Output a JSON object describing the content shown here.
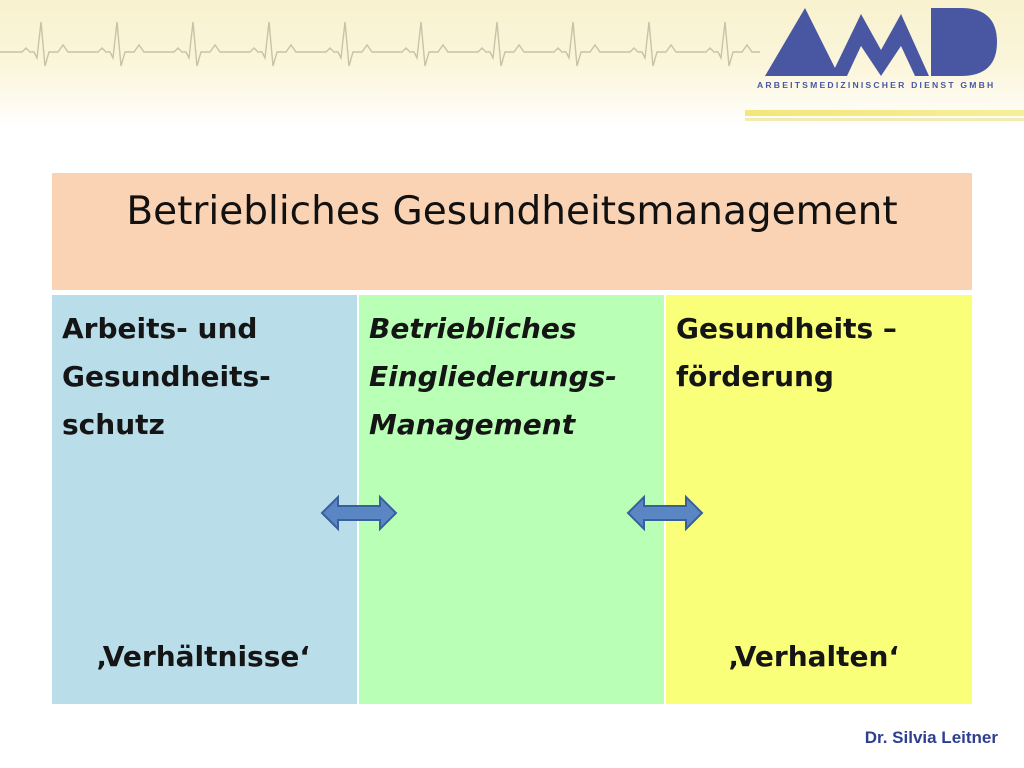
{
  "logo": {
    "subtitle": "ARBEITSMEDIZINISCHER DIENST GMBH",
    "accent_color": "#4957a3"
  },
  "title": "Betriebliches Gesundheitsmanagement",
  "columns": [
    {
      "lines": [
        "Arbeits- und",
        "Gesundheits-",
        "schutz"
      ],
      "footer": "‚Verhältnisse‘",
      "color": "#b9dde9"
    },
    {
      "lines": [
        "Betriebliches",
        "Eingliederungs-",
        "Management"
      ],
      "footer": "",
      "color": "#b9ffb6"
    },
    {
      "lines": [
        "Gesundheits –",
        "förderung"
      ],
      "footer": "‚Verhalten‘",
      "color": "#faff7a"
    }
  ],
  "icons": {
    "arrow_left": "double-arrow-icon",
    "arrow_right": "double-arrow-icon"
  },
  "author": "Dr. Silvia Leitner"
}
